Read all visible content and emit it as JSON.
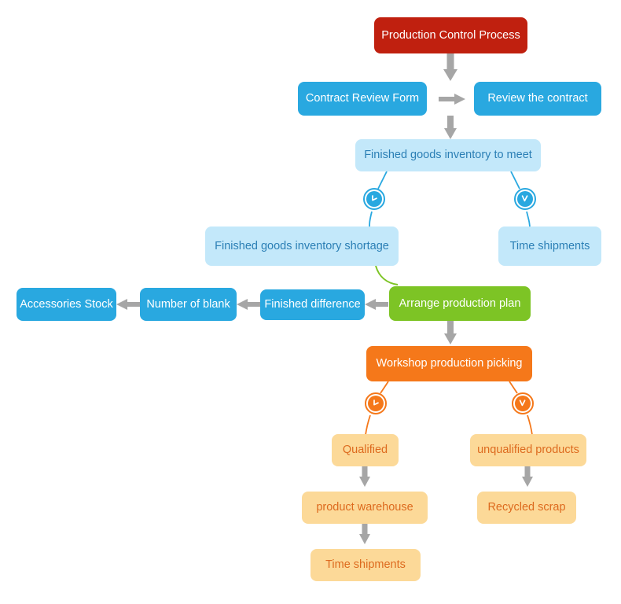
{
  "diagram": {
    "title": "Production Control Process",
    "background": "#ffffff",
    "palette": {
      "red": "#c0200f",
      "blue": "#29a8e0",
      "light_blue": "#c3e8fa",
      "light_blue_text": "#2b7fb5",
      "green": "#7dc425",
      "orange": "#f5781a",
      "light_orange": "#fcd998",
      "light_orange_text": "#dd6a1e",
      "arrow_gray": "#a6a6a6"
    },
    "nodes": {
      "root": "Production Control Process",
      "contract_review_form": "Contract Review Form",
      "review_the_contract": "Review the contract",
      "inventory_to_meet": "Finished goods inventory to meet",
      "inventory_shortage": "Finished goods inventory shortage",
      "time_shipments_blue": "Time shipments",
      "arrange_production_plan": "Arrange production plan",
      "finished_difference": "Finished difference",
      "number_of_blank": "Number of blank",
      "accessories_stock": "Accessories Stock",
      "workshop_production_picking": "Workshop production picking",
      "qualified": "Qualified",
      "unqualified_products": "unqualified products",
      "product_warehouse": "product warehouse",
      "recycled_scrap": "Recycled scrap",
      "time_shipments_orange": "Time shipments"
    },
    "badges": {
      "branch_no_blue": "clock-icon",
      "branch_yes_blue": "check-clock-icon",
      "branch_no_orange": "clock-icon",
      "branch_yes_orange": "check-clock-icon"
    },
    "connectors": [
      {
        "from": "root",
        "to": "contract_review_form",
        "style": "arrow-down",
        "color": "#a6a6a6"
      },
      {
        "from": "contract_review_form",
        "to": "review_the_contract",
        "style": "arrow-right",
        "color": "#a6a6a6"
      },
      {
        "from": "contract_review_form",
        "to": "inventory_to_meet",
        "style": "arrow-down",
        "color": "#a6a6a6"
      },
      {
        "from": "inventory_to_meet",
        "to": "inventory_shortage",
        "style": "curve-badge",
        "color": "#29a8e0"
      },
      {
        "from": "inventory_to_meet",
        "to": "time_shipments_blue",
        "style": "curve-badge",
        "color": "#29a8e0"
      },
      {
        "from": "inventory_shortage",
        "to": "arrange_production_plan",
        "style": "curve",
        "color": "#7dc425"
      },
      {
        "from": "arrange_production_plan",
        "to": "finished_difference",
        "style": "arrow-left",
        "color": "#a6a6a6"
      },
      {
        "from": "finished_difference",
        "to": "number_of_blank",
        "style": "arrow-left",
        "color": "#a6a6a6"
      },
      {
        "from": "number_of_blank",
        "to": "accessories_stock",
        "style": "arrow-left",
        "color": "#a6a6a6"
      },
      {
        "from": "arrange_production_plan",
        "to": "workshop_production_picking",
        "style": "arrow-down",
        "color": "#a6a6a6"
      },
      {
        "from": "workshop_production_picking",
        "to": "qualified",
        "style": "curve-badge",
        "color": "#f5781a"
      },
      {
        "from": "workshop_production_picking",
        "to": "unqualified_products",
        "style": "curve-badge",
        "color": "#f5781a"
      },
      {
        "from": "qualified",
        "to": "product_warehouse",
        "style": "arrow-down",
        "color": "#a6a6a6"
      },
      {
        "from": "product_warehouse",
        "to": "time_shipments_orange",
        "style": "arrow-down",
        "color": "#a6a6a6"
      },
      {
        "from": "unqualified_products",
        "to": "recycled_scrap",
        "style": "arrow-down",
        "color": "#a6a6a6"
      }
    ]
  }
}
